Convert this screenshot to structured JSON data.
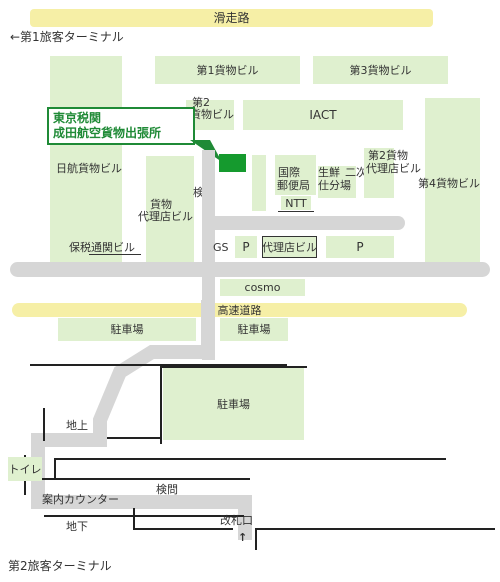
{
  "top_road": "滑走路",
  "terminal1": "←第1旅客ターミナル",
  "terminal2": "第2旅客ターミナル",
  "buildings": {
    "cargo1": "第1貨物ビル",
    "cargo3": "第3貨物ビル",
    "cargo2_line1": "第2",
    "cargo2_line2": "貨物ビル",
    "iact": "IACT",
    "nikko": "日航貨物ビル",
    "agent_line1": "貨物",
    "agent_line2": "代理店ビル",
    "post_line1": "国際",
    "post_line2": "郵便局",
    "fresh_line1": "生鮮",
    "fresh_line2": "仕分場",
    "second_agent_line1": "第2貨物",
    "second_agent_line2": "代理店ビル",
    "second_agent_line3": "二次",
    "cargo4": "第4貨物ビル",
    "ntt": "NTT",
    "bonded": "保税通関ビル",
    "gs": "GS",
    "p1": "P",
    "agency": "代理店ビル",
    "p2": "P",
    "cosmo": "cosmo"
  },
  "callout": {
    "line1": "東京税関",
    "line2": "成田航空貨物出張所"
  },
  "inspection_top": "検問",
  "highway": "高速道路",
  "parking": [
    "駐車場",
    "駐車場",
    "駐車場"
  ],
  "lower": {
    "above_ground": "地上",
    "toilet": "トイレ",
    "info_counter": "案内カウンター",
    "inspection": "検問",
    "underground": "地下",
    "ticket_gate": "改札口",
    "up_arrow": "↑"
  }
}
